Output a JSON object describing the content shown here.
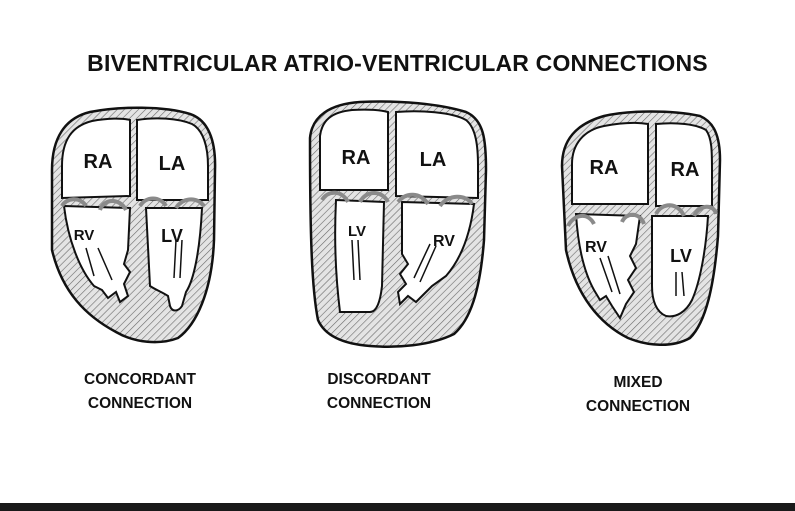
{
  "title": "BIVENTRICULAR ATRIO-VENTRICULAR CONNECTIONS",
  "panels": [
    {
      "upper_left": "RA",
      "upper_right": "LA",
      "lower_left": "RV",
      "lower_right": "LV",
      "caption_line1": "CONCORDANT",
      "caption_line2": "CONNECTION"
    },
    {
      "upper_left": "RA",
      "upper_right": "LA",
      "lower_left": "LV",
      "lower_right": "RV",
      "caption_line1": "DISCORDANT",
      "caption_line2": "CONNECTION"
    },
    {
      "upper_left": "RA",
      "upper_right": "RA",
      "lower_left": "RV",
      "lower_right": "LV",
      "caption_line1": "MIXED",
      "caption_line2": "CONNECTION"
    }
  ],
  "colors": {
    "outline": "#111111",
    "myocardium_fill": "#d6d6d6",
    "hatch": "#555555",
    "valve": "#8a8a8a",
    "chamber": "#ffffff"
  }
}
